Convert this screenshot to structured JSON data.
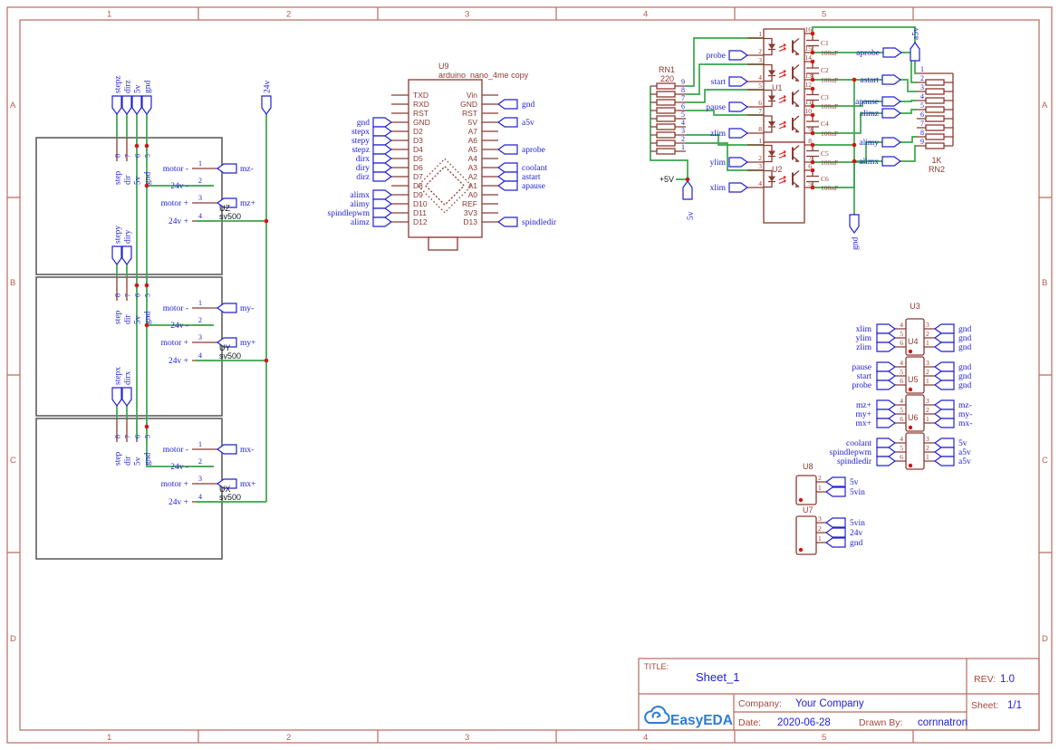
{
  "frame": {
    "cols": [
      "1",
      "2",
      "3",
      "4",
      "5"
    ],
    "rows": [
      "A",
      "B",
      "C",
      "D"
    ]
  },
  "title_block": {
    "title_label": "TITLE:",
    "title": "Sheet_1",
    "rev_label": "REV:",
    "rev": "1.0",
    "company_label": "Company:",
    "company": "Your Company",
    "sheet_label": "Sheet:",
    "sheet": "1/1",
    "date_label": "Date:",
    "date": "2020-06-28",
    "drawn_label": "Drawn By:",
    "drawn_by": "cornnatron",
    "logo": "EasyEDA"
  },
  "motors": {
    "top_flags": [
      "stepz",
      "dirz",
      "5v",
      "gnd"
    ],
    "rail": "24v",
    "pin_nums": [
      "8",
      "7",
      "6",
      "5"
    ],
    "pin_labels": [
      "step",
      "dir",
      "5v",
      "gnd"
    ],
    "row_nums": [
      "1",
      "2",
      "3",
      "4"
    ],
    "row_labels": [
      "motor -",
      "24v -",
      "motor +",
      "24v +"
    ],
    "blocks": [
      {
        "ref": "UZ",
        "value": "sv500",
        "neg": "mz-",
        "pos": "mz+",
        "flag1": "stepy",
        "flag2": "diry"
      },
      {
        "ref": "UY",
        "value": "sv500",
        "neg": "my-",
        "pos": "my+",
        "flag1": "stepx",
        "flag2": "dirx"
      },
      {
        "ref": "UX",
        "value": "sv500",
        "neg": "mx-",
        "pos": "mx+"
      }
    ]
  },
  "arduino": {
    "ref": "U9",
    "part": "arduino_nano_4me copy",
    "left_pins": [
      "TXD",
      "RXD",
      "RST",
      "GND",
      "D2",
      "D3",
      "D4",
      "D5",
      "D6",
      "D7",
      "D8",
      "D9",
      "D10",
      "D11",
      "D12"
    ],
    "right_pins": [
      "Vin",
      "GND",
      "RST",
      "5V",
      "A7",
      "A6",
      "A5",
      "A4",
      "A3",
      "A2",
      "A1",
      "A0",
      "REF",
      "3V3",
      "D13"
    ],
    "left_flags": [
      "gnd",
      "stepx",
      "stepy",
      "stepz",
      "dirx",
      "diry",
      "dirz",
      "alimx",
      "alimy",
      "spindlepwm",
      "alimz"
    ],
    "right_flags": [
      "gnd",
      "a5v",
      "aprobe",
      "coolant",
      "astart",
      "apause",
      "spindledir"
    ]
  },
  "opto": {
    "rn1_ref": "RN1",
    "rn1_val": "220",
    "rn1_pins": [
      "9",
      "8",
      "7",
      "6",
      "5",
      "4",
      "3",
      "2",
      "1"
    ],
    "u1": "U1",
    "u2": "U2",
    "u1_lnums": [
      "1",
      "2",
      "3",
      "4",
      "5",
      "6",
      "7",
      "8"
    ],
    "u1_rnums": [
      "16",
      "15",
      "14",
      "13",
      "12",
      "11",
      "10",
      "9"
    ],
    "u2_lnums": [
      "1",
      "2",
      "3",
      "4"
    ],
    "u2_rnums": [
      "8",
      "7",
      "6",
      "5"
    ],
    "inputs": [
      "probe",
      "start",
      "pause",
      "zlim",
      "ylim",
      "xlim"
    ],
    "caps": [
      {
        "ref": "C1",
        "val": "100nF"
      },
      {
        "ref": "C2",
        "val": "100nF"
      },
      {
        "ref": "C3",
        "val": "100nF"
      },
      {
        "ref": "C4",
        "val": "100nF"
      },
      {
        "ref": "C5",
        "val": "100nF"
      },
      {
        "ref": "C6",
        "val": "100nF"
      }
    ],
    "outputs": [
      "aprobe",
      "astart",
      "apause",
      "alimz",
      "alimy",
      "alimx"
    ],
    "rn2_ref": "RN2",
    "rn2_val": "1K",
    "rn2_pins": [
      "1",
      "2",
      "3",
      "4",
      "5",
      "6",
      "7",
      "8",
      "9"
    ],
    "plus5v": "+5V",
    "v5": "5v",
    "a5v": "a5v",
    "gnd": "gnd"
  },
  "headers": {
    "group": "U3",
    "lnums": [
      "4",
      "5",
      "6"
    ],
    "rnums": [
      "3",
      "2",
      "1"
    ],
    "blocks": [
      {
        "ref": "U4",
        "left": [
          "xlim",
          "ylim",
          "zlim"
        ],
        "right": [
          "gnd",
          "gnd",
          "gnd"
        ]
      },
      {
        "ref": "U5",
        "left": [
          "pause",
          "start",
          "probe"
        ],
        "right": [
          "gnd",
          "gnd",
          "gnd"
        ]
      },
      {
        "ref": "U6",
        "left": [
          "mz+",
          "my+",
          "mx+"
        ],
        "right": [
          "mz-",
          "my-",
          "mx-"
        ]
      },
      {
        "ref": "",
        "left": [
          "coolant",
          "spindlepwm",
          "spindledir"
        ],
        "right": [
          "5v",
          "a5v",
          "a5v"
        ]
      }
    ],
    "u8_ref": "U8",
    "u8_nums": [
      "2",
      "1"
    ],
    "u8_labels": [
      "5v",
      "5vin"
    ],
    "u7_ref": "U7",
    "u7_nums": [
      "3",
      "2",
      "1"
    ],
    "u7_labels": [
      "5vin",
      "24v",
      "gnd"
    ]
  },
  "colors": {
    "wire": "#3aa54a",
    "component": "#8c3a30",
    "net_blue": "#1d1dd8",
    "frame": "#b76c5f",
    "junction": "#cf1717"
  }
}
